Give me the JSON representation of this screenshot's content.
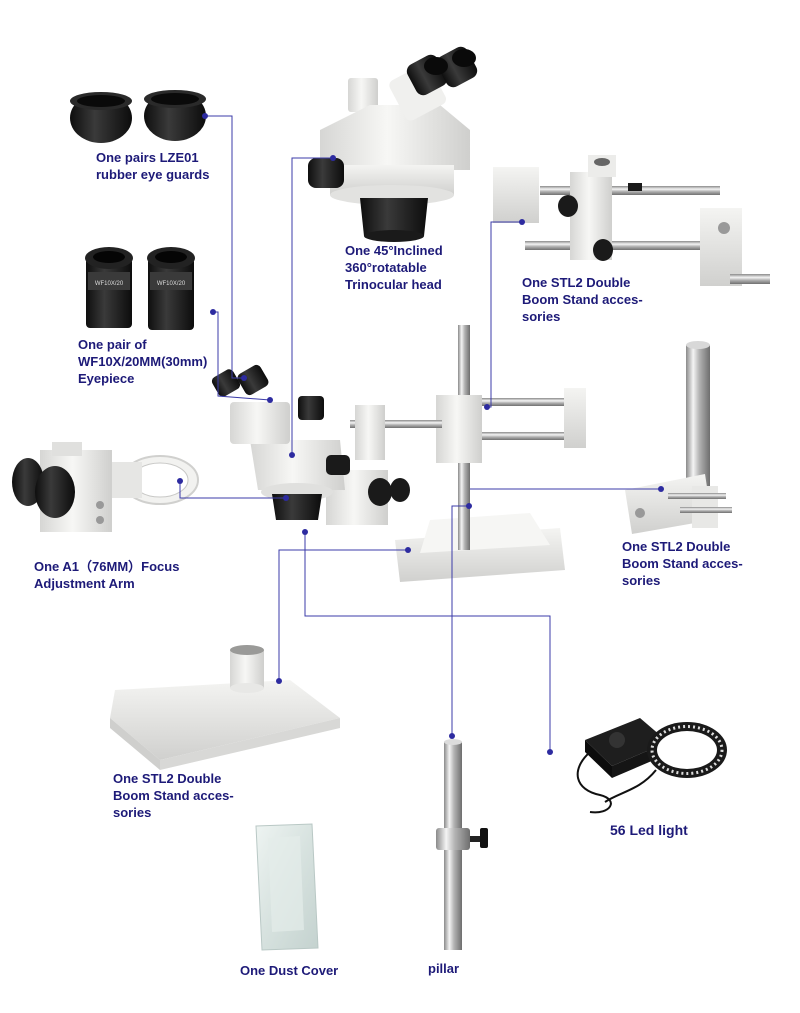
{
  "colors": {
    "label": "#1d1a78",
    "leader_line": "#3b3ba8",
    "dot": "#2d2ba0",
    "part_white": "#eeeeec",
    "part_black": "#1c1c1c",
    "chrome": "#c8c8c8"
  },
  "callouts": [
    {
      "id": "eye-guards",
      "lines": [
        "One pairs LZE01",
        "rubber eye guards"
      ]
    },
    {
      "id": "trinocular-head",
      "lines": [
        "One 45°Inclined",
        "360°rotatable",
        "Trinocular head"
      ]
    },
    {
      "id": "boom-arm-top",
      "lines": [
        "One STL2 Double",
        "Boom Stand acces-",
        "sories"
      ]
    },
    {
      "id": "eyepiece",
      "lines": [
        "One pair of",
        "WF10X/20MM(30mm)",
        "Eyepiece"
      ]
    },
    {
      "id": "focus-arm",
      "lines": [
        "One A1（76MM）Focus",
        "Adjustment Arm"
      ]
    },
    {
      "id": "boom-post",
      "lines": [
        "One STL2 Double",
        "Boom Stand acces-",
        "sories"
      ]
    },
    {
      "id": "base",
      "lines": [
        "One STL2 Double",
        "Boom Stand acces-",
        "sories"
      ]
    },
    {
      "id": "led-light",
      "lines": [
        "56 Led light"
      ]
    },
    {
      "id": "dust-cover",
      "lines": [
        "One Dust Cover"
      ]
    },
    {
      "id": "pillar",
      "lines": [
        "pillar"
      ]
    }
  ],
  "eyepiece_marking": "WF10X/20"
}
